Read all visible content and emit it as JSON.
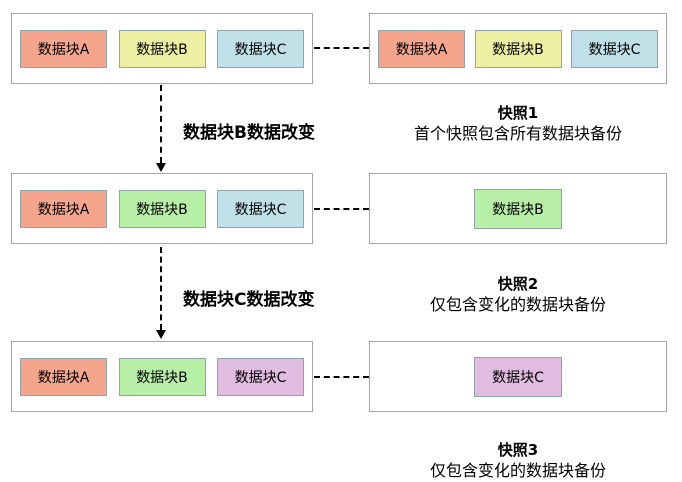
{
  "diagram": {
    "palette": {
      "salmon": "#F4A58C",
      "yellow": "#EDF0A2",
      "blue": "#BFE0E6",
      "green": "#B7EFA6",
      "purple": "#DFBCE0",
      "block_border": "#8FA5A8",
      "container_border": "#A6A6A6",
      "connector": "#000000"
    },
    "rows": [
      {
        "source": {
          "blocks": [
            {
              "label": "数据块A",
              "color": "#F4A58C"
            },
            {
              "label": "数据块B",
              "color": "#EDF0A2"
            },
            {
              "label": "数据块C",
              "color": "#BFE0E6"
            }
          ]
        },
        "snapshot": {
          "blocks": [
            {
              "label": "数据块A",
              "color": "#F4A58C"
            },
            {
              "label": "数据块B",
              "color": "#EDF0A2"
            },
            {
              "label": "数据块C",
              "color": "#BFE0E6"
            }
          ]
        },
        "caption": {
          "title": "快照1",
          "desc": "首个快照包含所有数据块备份"
        },
        "transition": {
          "label": "数据块B数据改变"
        }
      },
      {
        "source": {
          "blocks": [
            {
              "label": "数据块A",
              "color": "#F4A58C"
            },
            {
              "label": "数据块B",
              "color": "#B7EFA6"
            },
            {
              "label": "数据块C",
              "color": "#BFE0E6"
            }
          ]
        },
        "snapshot": {
          "blocks": [
            {
              "label": "数据块B",
              "color": "#B7EFA6"
            }
          ]
        },
        "caption": {
          "title": "快照2",
          "desc": "仅包含变化的数据块备份"
        },
        "transition": {
          "label": "数据块C数据改变"
        }
      },
      {
        "source": {
          "blocks": [
            {
              "label": "数据块A",
              "color": "#F4A58C"
            },
            {
              "label": "数据块B",
              "color": "#B7EFA6"
            },
            {
              "label": "数据块C",
              "color": "#DFBCE0"
            }
          ]
        },
        "snapshot": {
          "blocks": [
            {
              "label": "数据块C",
              "color": "#DFBCE0"
            }
          ]
        },
        "caption": {
          "title": "快照3",
          "desc": "仅包含变化的数据块备份"
        }
      }
    ]
  }
}
